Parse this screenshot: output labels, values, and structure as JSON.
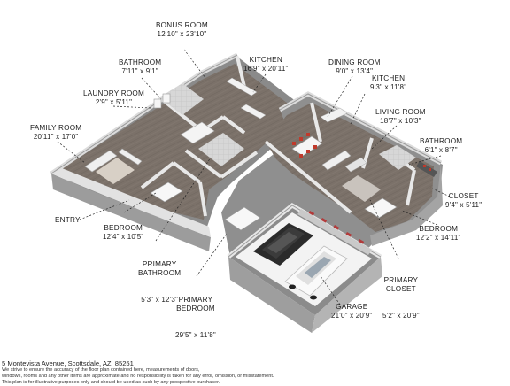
{
  "rooms": {
    "bonus_room": {
      "name": "BONUS ROOM",
      "dim": "12'10\" x 23'10\""
    },
    "bathroom_upper": {
      "name": "BATHROOM",
      "dim": "7'11\" x 9'1\""
    },
    "laundry_room": {
      "name": "LAUNDRY ROOM",
      "dim": "2'9\" x 5'11\""
    },
    "family_room": {
      "name": "FAMILY ROOM",
      "dim": "20'11\" x 17'0\""
    },
    "kitchen_main": {
      "name": "KITCHEN",
      "dim": "16'9\" x 20'11\""
    },
    "dining_room": {
      "name": "DINING ROOM",
      "dim": "9'0\" x 13'4\""
    },
    "kitchen_small": {
      "name": "KITCHEN",
      "dim": "9'3\" x 11'8\""
    },
    "living_room": {
      "name": "LIVING ROOM",
      "dim": "18'7\" x 10'3\""
    },
    "bathroom_right": {
      "name": "BATHROOM",
      "dim": "6'1\" x 8'7\""
    },
    "closet": {
      "name": "CLOSET",
      "dim": "9'4\" x 5'11\""
    },
    "bedroom_right": {
      "name": "BEDROOM",
      "dim": "12'2\" x 14'11\""
    },
    "primary_closet": {
      "name": "PRIMARY\nCLOSET",
      "dim": "5'2\" x 20'9\""
    },
    "garage": {
      "name": "GARAGE",
      "dim": "21'0\" x 20'9\""
    },
    "primary_bedroom": {
      "name": "PRIMARY\nBEDROOM",
      "dim": "29'5\" x 11'8\""
    },
    "primary_bathroom": {
      "name": "PRIMARY\nBATHROOM",
      "dim": "5'3\" x 12'3\""
    },
    "bedroom_left": {
      "name": "BEDROOM",
      "dim": "12'4\" x 10'5\""
    },
    "entry": {
      "name": "ENTRY",
      "dim": ""
    }
  },
  "footer": {
    "address": "5 Montevista Avenue, Scottsdale, AZ, 85251",
    "line1": "We strive to ensure the accuracy of the floor plan contained here, measurements of doors,",
    "line2": "windows, rooms and any other items are approximate and no responsibility is taken for any error, omission, or misstatement.",
    "line3": "This plan is for illustrative purposes only and should be used as such by any prospective purchaser."
  },
  "colors": {
    "wall_top": "#e9e9e9",
    "wall_side": "#a9a9a9",
    "floor_wood": "#7b7169",
    "floor_dark": "#5e5650",
    "garage_floor": "#f2f2f2",
    "accent_red": "#c0392b",
    "label_text": "#1c1c1c",
    "leader_line": "#222222"
  }
}
